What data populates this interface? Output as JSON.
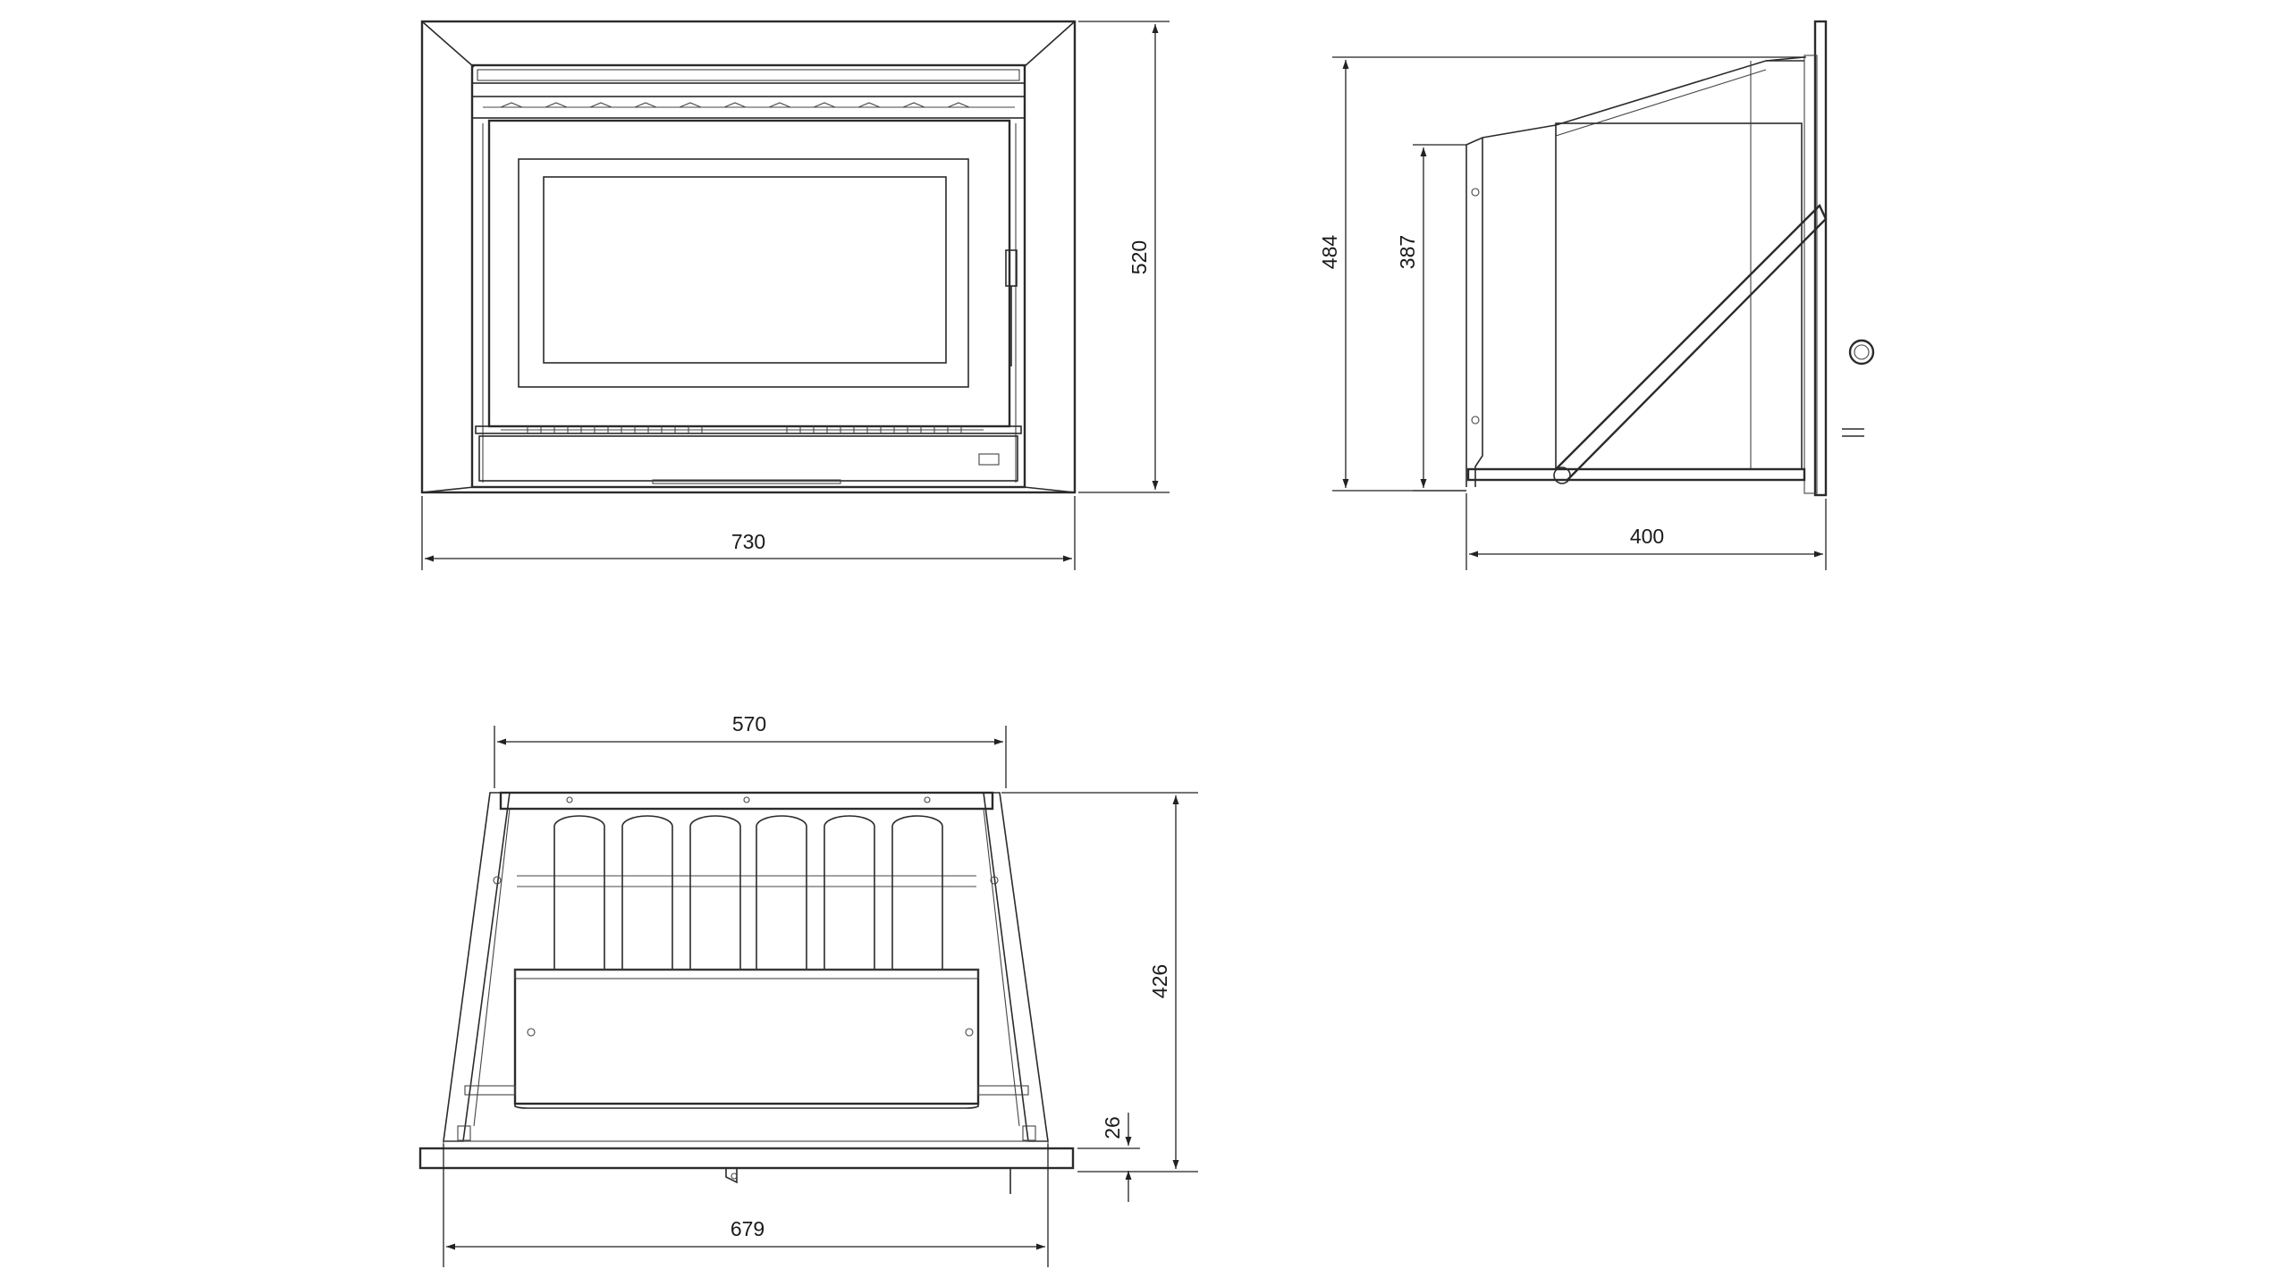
{
  "dimensions": {
    "front_width": "730",
    "front_height": "520",
    "side_total_height": "484",
    "side_body_height": "387",
    "side_depth": "400",
    "top_rear_width": "570",
    "top_depth": "426",
    "top_frame_thickness": "26",
    "top_front_width": "679"
  },
  "colors": {
    "line": "#2b2b2b",
    "background": "#ffffff"
  }
}
